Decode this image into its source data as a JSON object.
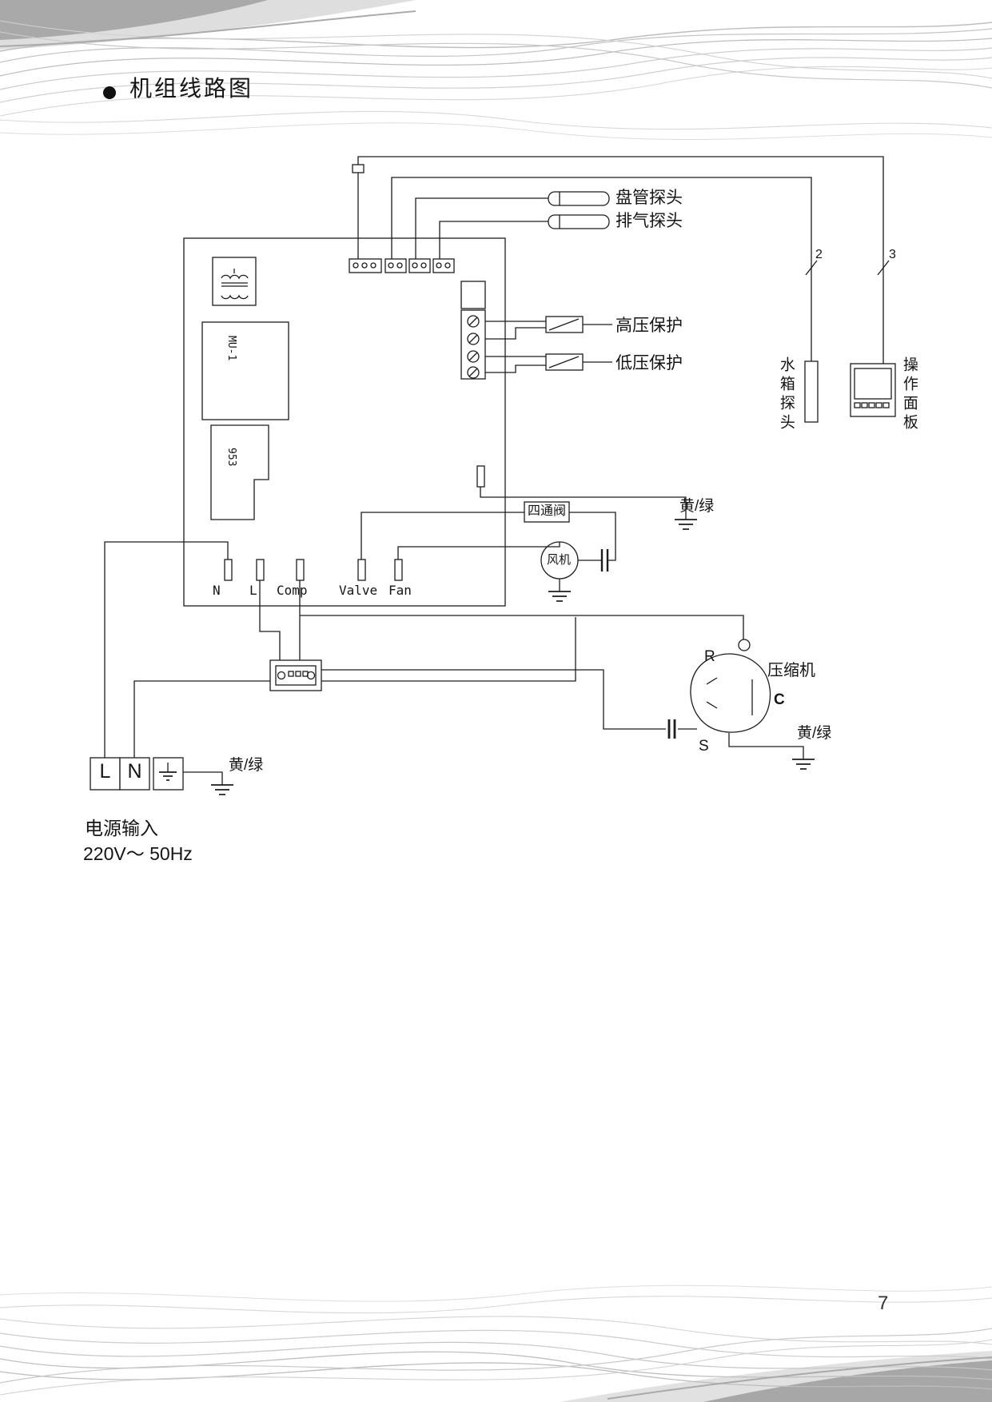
{
  "page": {
    "title": "机组线路图",
    "number": "7"
  },
  "board": {
    "chip_mu1": "MU-1",
    "chip_953": "953",
    "terminals": {
      "n": "N",
      "l": "L",
      "comp": "Comp",
      "valve": "Valve",
      "fan": "Fan"
    }
  },
  "labels": {
    "coil_probe": "盘管探头",
    "exhaust_probe": "排气探头",
    "high_pressure": "高压保护",
    "low_pressure": "低压保护",
    "tank_probe": "水箱探头",
    "control_panel": "操作面板",
    "four_way_valve": "四通阀",
    "fan": "风机",
    "compressor": "压缩机",
    "yellow_green": "黄/绿",
    "wire_2": "2",
    "wire_3": "3"
  },
  "compressor_terminals": {
    "r": "R",
    "c": "C",
    "s": "S"
  },
  "power": {
    "l": "L",
    "n": "N",
    "input_label": "电源输入",
    "spec": "220V～ 50Hz"
  }
}
